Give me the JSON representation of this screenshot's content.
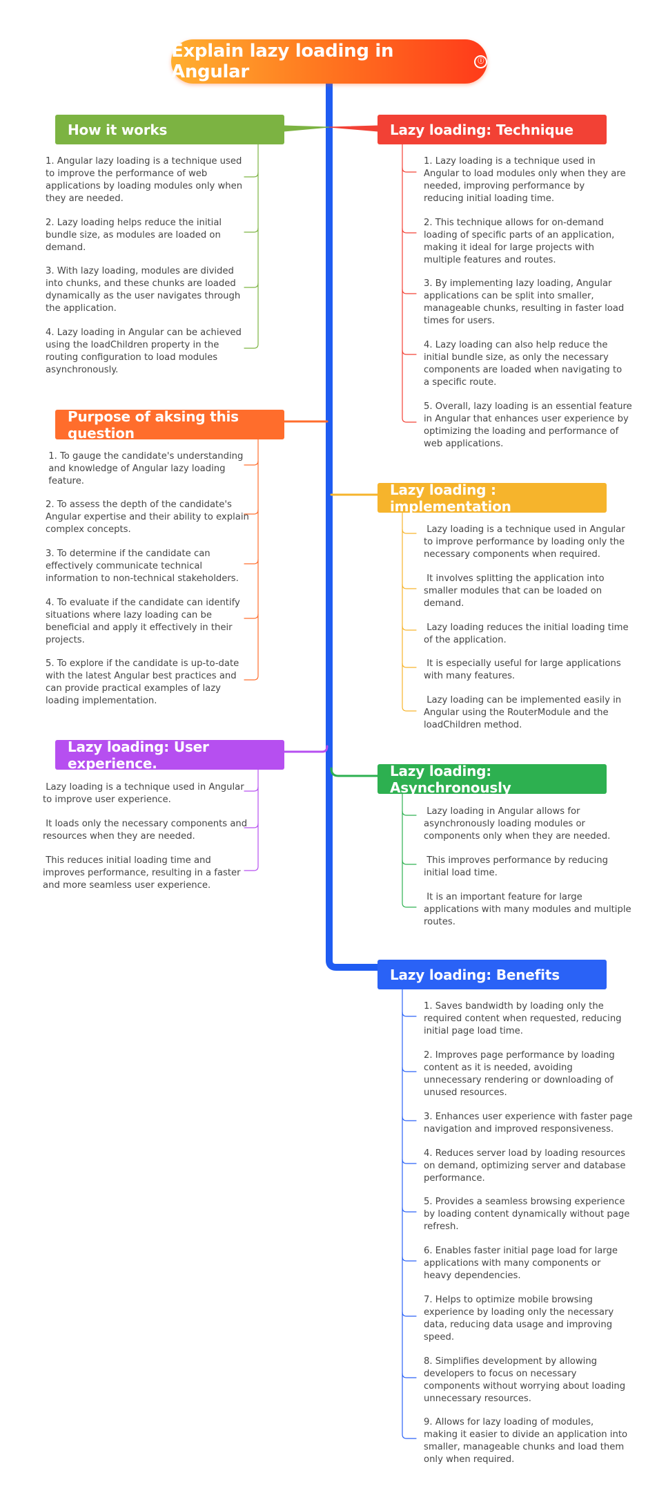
{
  "title": "Explain lazy loading in Angular",
  "title_icon": "ⓘ",
  "colors": {
    "spine": "#1f5cf2",
    "how": "#7cb342",
    "purpose": "#ff6d2c",
    "ux": "#b64ff0",
    "technique": "#f24135",
    "implementation": "#f6b42c",
    "async": "#2db050",
    "benefits": "#2a62f6"
  },
  "left": {
    "how": {
      "heading": "How it works",
      "items": [
        "1. Angular lazy loading is a technique used\nto improve the performance of web\napplications by loading modules only when\nthey are needed.",
        "2. Lazy loading helps reduce the initial\nbundle size, as modules are loaded on\ndemand.",
        "3. With lazy loading, modules are divided\ninto chunks, and these chunks are loaded\ndynamically as the user navigates through\nthe application.",
        "4. Lazy loading in Angular can be achieved\nusing the loadChildren property in the\nrouting configuration to load modules\nasynchronously."
      ]
    },
    "purpose": {
      "heading": "Purpose of aksing this question",
      "items": [
        " 1. To gauge the candidate's understanding\n and knowledge of Angular lazy loading\n feature.",
        "2. To assess the depth of the candidate's\nAngular expertise and their ability to explain\ncomplex concepts.",
        "3. To determine if the candidate can\neffectively communicate technical\ninformation to non-technical stakeholders.",
        "4. To evaluate if the candidate can identify\nsituations where lazy loading can be\nbeneficial and apply it effectively in their\nprojects.",
        "5. To explore if the candidate is up-to-date\nwith the latest Angular best practices and\ncan provide practical examples of lazy\nloading implementation."
      ]
    },
    "ux": {
      "heading": "Lazy loading: User experience.",
      "items": [
        " Lazy loading is a technique used in Angular\nto improve user experience.",
        " It loads only the necessary components and\nresources when they are needed.",
        " This reduces initial loading time and\nimproves performance, resulting in a faster\nand more seamless user experience."
      ]
    }
  },
  "right": {
    "technique": {
      "heading": "Lazy loading: Technique",
      "items": [
        "1. Lazy loading is a technique used in\nAngular to load modules only when they are\nneeded, improving performance by\nreducing initial loading time.",
        "2. This technique allows for on-demand\nloading of specific parts of an application,\nmaking it ideal for large projects with\nmultiple features and routes.",
        "3. By implementing lazy loading, Angular\napplications can be split into smaller,\nmanageable chunks, resulting in faster load\ntimes for users.",
        "4. Lazy loading can also help reduce the\ninitial bundle size, as only the necessary\ncomponents are loaded when navigating to\na specific route.",
        "5. Overall, lazy loading is an essential feature\nin Angular that enhances user experience by\noptimizing the loading and performance of\nweb applications."
      ]
    },
    "implementation": {
      "heading": "Lazy loading : implementation",
      "items": [
        " Lazy loading is a technique used in Angular\nto improve performance by loading only the\nnecessary components when required.",
        " It involves splitting the application into\nsmaller modules that can be loaded on\ndemand.",
        " Lazy loading reduces the initial loading time\nof the application.",
        " It is especially useful for large applications\nwith many features.",
        " Lazy loading can be implemented easily in\nAngular using the RouterModule and the\nloadChildren method."
      ]
    },
    "async": {
      "heading": "Lazy loading: Asynchronously",
      "items": [
        " Lazy loading in Angular allows for\nasynchronously loading modules or\ncomponents only when they are needed.",
        " This improves performance by reducing\ninitial load time.",
        " It is an important feature for large\napplications with many modules and multiple\nroutes."
      ]
    },
    "benefits": {
      "heading": "Lazy loading: Benefits",
      "items": [
        "1. Saves bandwidth by loading only the\nrequired content when requested, reducing\ninitial page load time.",
        "2. Improves page performance by loading\ncontent as it is needed, avoiding\nunnecessary rendering or downloading of\nunused resources.",
        "3. Enhances user experience with faster page\nnavigation and improved responsiveness.",
        "4. Reduces server load by loading resources\non demand, optimizing server and database\nperformance.",
        "5. Provides a seamless browsing experience\nby loading content dynamically without page\nrefresh.",
        "6. Enables faster initial page load for large\napplications with many components or\nheavy dependencies.",
        "7. Helps to optimize mobile browsing\nexperience by loading only the necessary\ndata, reducing data usage and improving\nspeed.",
        "8. Simplifies development by allowing\ndevelopers to focus on necessary\ncomponents without worrying about loading\nunnecessary resources.",
        "9. Allows for lazy loading of modules,\nmaking it easier to divide an application into\nsmaller, manageable chunks and load them\nonly when required."
      ]
    }
  }
}
